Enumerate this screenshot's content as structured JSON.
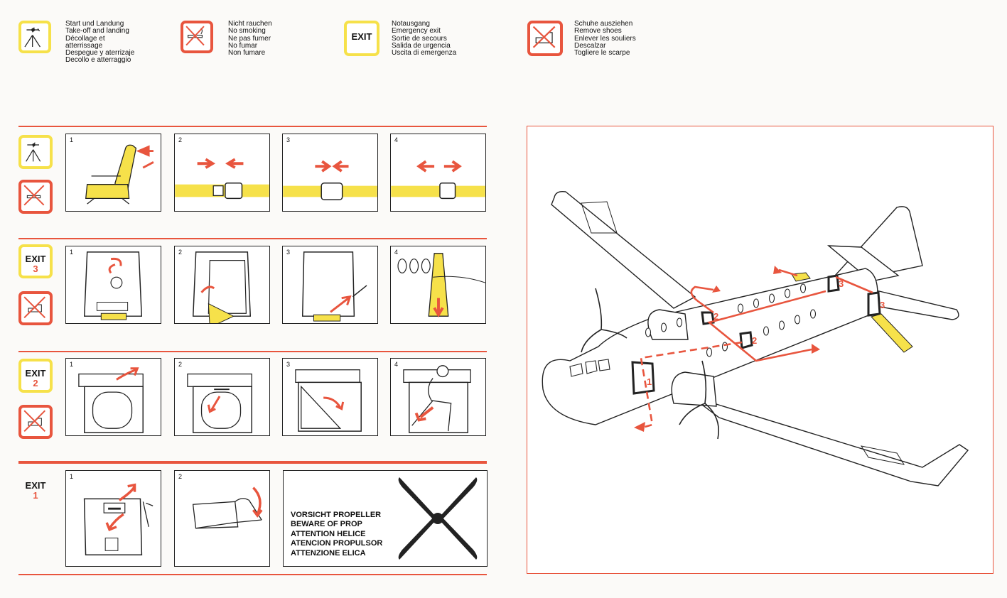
{
  "legend": [
    {
      "id": "takeoff",
      "lines": [
        "Start und Landung",
        "Take-off and landing",
        "Décollage et",
        "atterrissage",
        "Despegue y aterrizaje",
        "Decollo e atterraggio"
      ]
    },
    {
      "id": "nosmoking",
      "lines": [
        "Nicht rauchen",
        "No smoking",
        "Ne pas fumer",
        "No fumar",
        "Non fumare"
      ]
    },
    {
      "id": "exit",
      "box_label": "EXIT",
      "lines": [
        "Notausgang",
        "Emergency exit",
        "Sortie de secours",
        "Salida de urgencia",
        "Uscita di emergenza"
      ]
    },
    {
      "id": "shoes",
      "lines": [
        "Schuhe ausziehen",
        "Remove shoes",
        "Enlever les souliers",
        "Descalzar",
        "Togliere le scarpe"
      ]
    }
  ],
  "rows": [
    {
      "id": "seatbelt",
      "steps": [
        "1",
        "2",
        "3",
        "4"
      ]
    },
    {
      "id": "exit3",
      "exit_word": "EXIT",
      "exit_number": "3",
      "steps": [
        "1",
        "2",
        "3",
        "4"
      ]
    },
    {
      "id": "exit2",
      "exit_word": "EXIT",
      "exit_number": "2",
      "steps": [
        "1",
        "2",
        "3",
        "4"
      ]
    },
    {
      "id": "exit1",
      "exit_word": "EXIT",
      "exit_number": "1",
      "steps": [
        "1",
        "2"
      ]
    }
  ],
  "propeller_warning": [
    "VORSICHT PROPELLER",
    "BEWARE OF PROP",
    "ATTENTION HELICE",
    "ATENCION PROPULSOR",
    "ATTENZIONE ELICA"
  ],
  "plane_labels": {
    "exit1": "1",
    "exit2a": "2",
    "exit2b": "2",
    "exit3a": "3",
    "exit3b": "3"
  },
  "colors": {
    "red": "#e8553e",
    "yellow": "#f6e14a",
    "line": "#222222"
  }
}
